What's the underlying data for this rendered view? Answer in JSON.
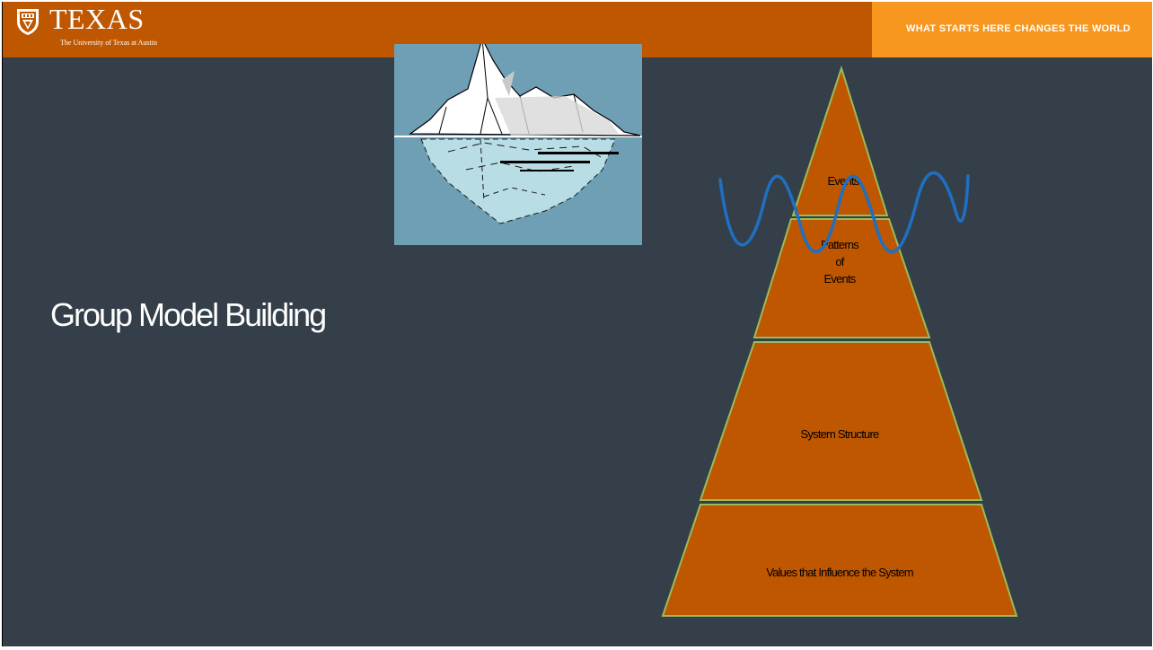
{
  "header": {
    "wordmark": "TEXAS",
    "subline": "The University of Texas at Austin",
    "tagline": "WHAT STARTS HERE CHANGES THE WORLD",
    "brand_color": "#bf5700",
    "accent_color": "#f8971f"
  },
  "slide": {
    "title": "Group Model Building",
    "background_color": "#343f49"
  },
  "iceberg_model": {
    "layers": [
      {
        "label": "Events"
      },
      {
        "label_lines": [
          "Patterns",
          "of",
          "Events"
        ]
      },
      {
        "label": "System Structure"
      },
      {
        "label": "Values that Influence the System"
      }
    ],
    "fill_color": "#bf5700",
    "outline_color": "#9bbb59",
    "wave_color": "#1f6fc2"
  },
  "icons": {
    "logo": "ut-shield-icon",
    "iceberg": "iceberg-illustration"
  }
}
